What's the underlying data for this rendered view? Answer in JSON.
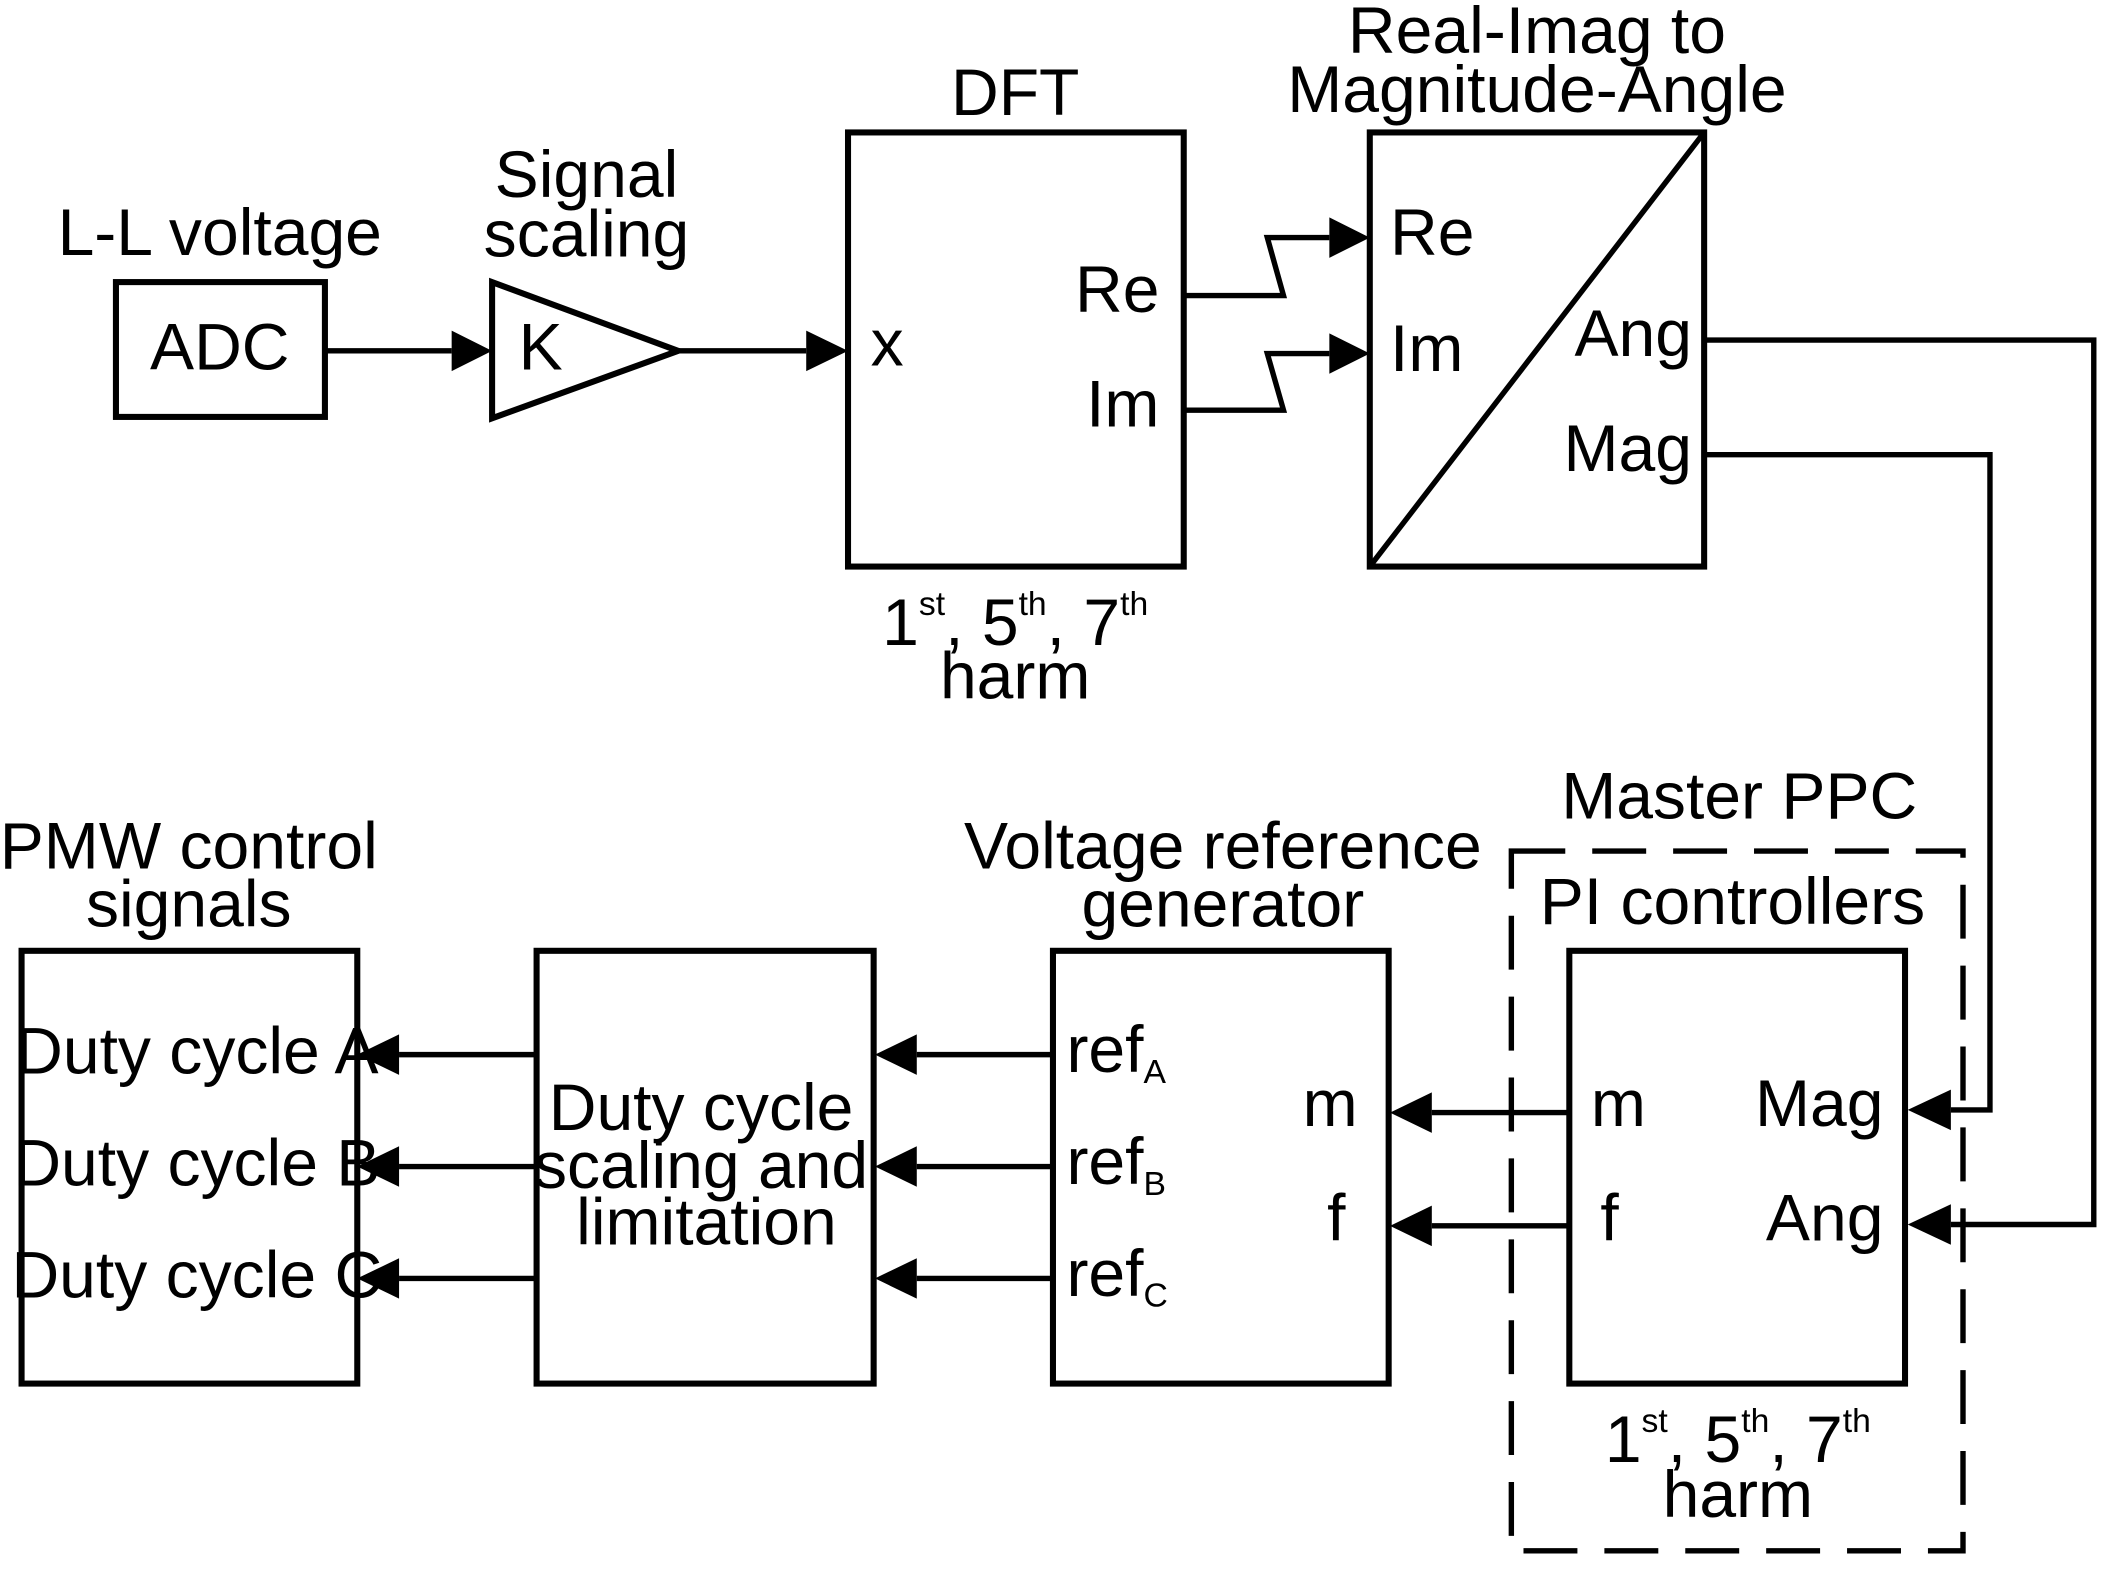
{
  "adc": {
    "title": "L-L voltage",
    "label": "ADC"
  },
  "scaling": {
    "title_line1": "Signal",
    "title_line2": "scaling",
    "label": "K"
  },
  "dft": {
    "title": "DFT",
    "input": "x",
    "out_re": "Re",
    "out_im": "Im",
    "harm": {
      "n1": "1",
      "s1": "st",
      "n5": "5",
      "s5": "th",
      "n7": "7",
      "s7": "th",
      "word": "harm"
    }
  },
  "converter": {
    "title_line1": "Real-Imag to",
    "title_line2": "Magnitude-Angle",
    "in_re": "Re",
    "in_im": "Im",
    "out_ang": "Ang",
    "out_mag": "Mag"
  },
  "master": {
    "title": "Master PPC",
    "pi_title": "PI controllers",
    "in_mag": "Mag",
    "in_ang": "Ang",
    "out_m": "m",
    "out_f": "f",
    "harm": {
      "n1": "1",
      "s1": "st",
      "n5": "5",
      "s5": "th",
      "n7": "7",
      "s7": "th",
      "word": "harm"
    }
  },
  "vref": {
    "title_line1": "Voltage reference",
    "title_line2": "generator",
    "in_m": "m",
    "in_f": "f",
    "ref_a": "ref",
    "ref_a_sub": "A",
    "ref_b": "ref",
    "ref_b_sub": "B",
    "ref_c": "ref",
    "ref_c_sub": "C"
  },
  "duty_scaling": {
    "line1": "Duty cycle",
    "line2": "scaling and",
    "line3": "limitation"
  },
  "pwm": {
    "title_line1": "PMW control",
    "title_line2": "signals",
    "duty_a": "Duty cycle A",
    "duty_b": "Duty cycle B",
    "duty_c": "Duty cycle C"
  }
}
